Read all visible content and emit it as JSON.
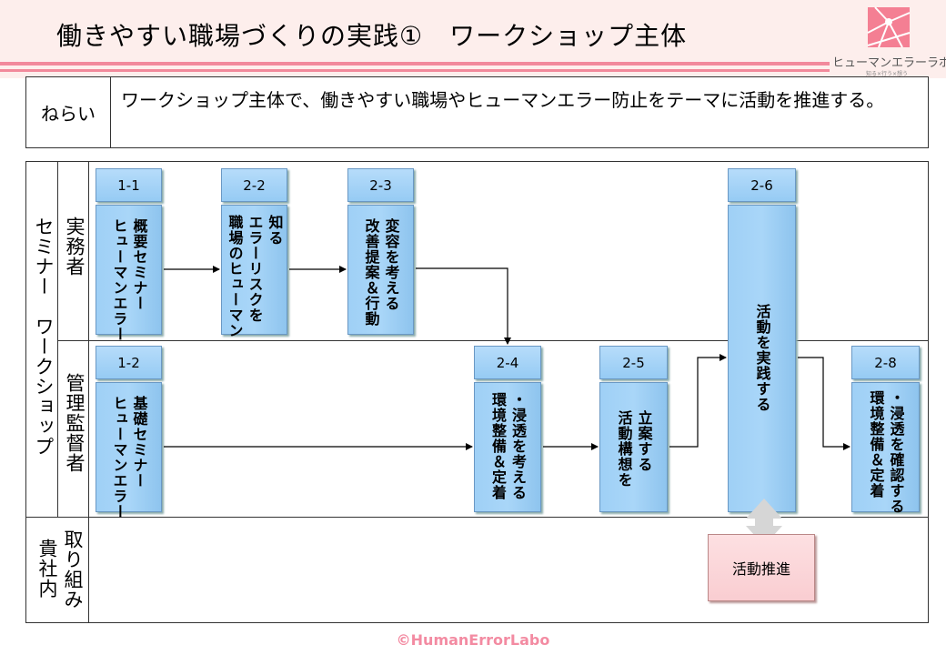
{
  "header": {
    "title": "働きやすい職場づくりの実践①　ワークショップ主体",
    "logo_name": "ヒューマンエラーラボ",
    "logo_tagline": "知る×行う×想う",
    "accent_color": "#f2899b"
  },
  "aim": {
    "label": "ねらい",
    "text": "ワークショップ主体で、働きやすい職場やヒューマンエラー防止をテーマに活動を推進する。"
  },
  "rows": {
    "group_label": "セミナー　ワークショップ",
    "practitioners": "実務者",
    "managers": "管理監督者",
    "company_label_1": "取り組み",
    "company_label_2": "貴社内"
  },
  "steps": [
    {
      "id": "1-1",
      "text": "概要セミナー\nヒューマンエラー"
    },
    {
      "id": "2-2",
      "text": "知る\nエラーリスクを\n職場のヒューマン"
    },
    {
      "id": "2-3",
      "text": "変容を考える\n改善提案＆行動"
    },
    {
      "id": "2-6",
      "text": "活動を実践する"
    },
    {
      "id": "1-2",
      "text": "基礎セミナー\nヒューマンエラー"
    },
    {
      "id": "2-4",
      "text": "・浸透を考える\n環境整備＆定着"
    },
    {
      "id": "2-5",
      "text": "立案する\n活動構想を"
    },
    {
      "id": "2-8",
      "text": "・浸透を確認する\n環境整備＆定着"
    }
  ],
  "promotion": {
    "label": "活動推進",
    "color": "#fbd5d8"
  },
  "footer": {
    "copyright": "©HumanErrorLabo"
  },
  "colors": {
    "card_fill": "#a3d3f7"
  }
}
